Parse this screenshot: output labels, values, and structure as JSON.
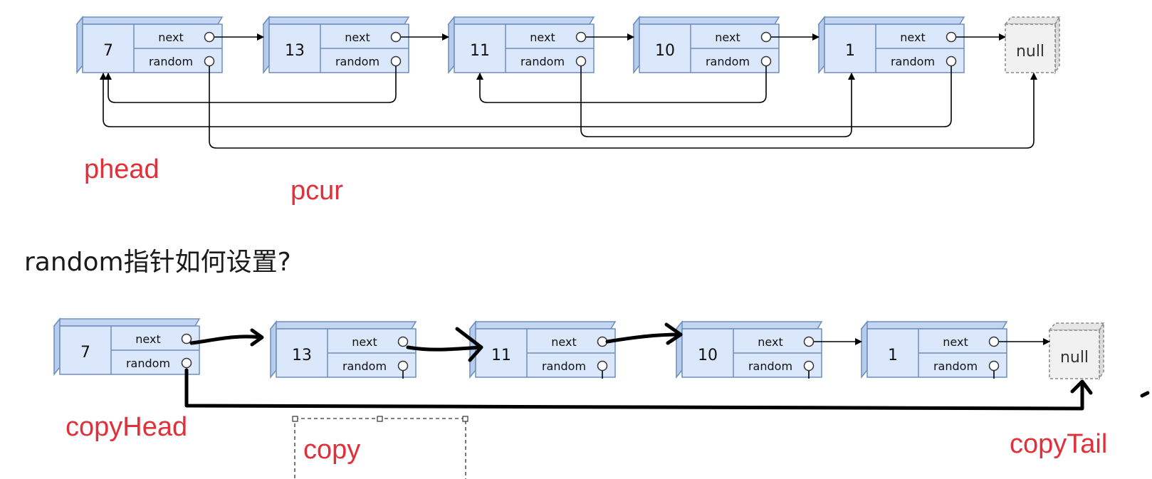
{
  "diagram": {
    "question": "random指针如何设置?",
    "field_next": "next",
    "field_random": "random",
    "null_label": "null",
    "original_list": {
      "values": [
        "7",
        "13",
        "11",
        "10",
        "1"
      ],
      "labels": {
        "head": "phead",
        "cursor": "pcur"
      }
    },
    "copy_list": {
      "values": [
        "7",
        "13",
        "11",
        "10",
        "1"
      ],
      "labels": {
        "head": "copyHead",
        "copy": "copy",
        "tail": "copyTail"
      }
    }
  },
  "colors": {
    "node_fill": "#dbe8fb",
    "node_side": "#c3d5f0",
    "node_stroke": "#6c8ebf",
    "null_fill": "#f1f1f1",
    "null_stroke": "#888888",
    "label_red": "#e0303a",
    "arrow": "#000000"
  }
}
